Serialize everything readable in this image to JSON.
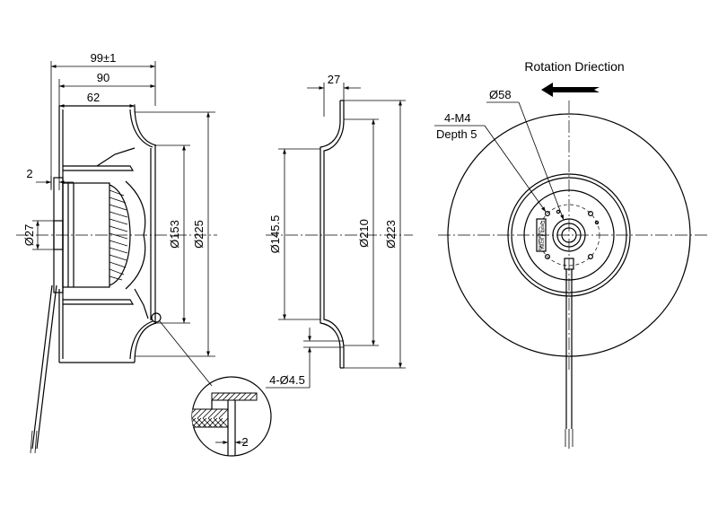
{
  "side_view": {
    "dim_overall": "99±1",
    "dim_90": "90",
    "dim_62": "62",
    "dim_2": "2",
    "dim_d27": "Ø27",
    "dim_d153": "Ø153",
    "dim_d225": "Ø225"
  },
  "detail_view": {
    "dim_2": "2"
  },
  "section_view": {
    "dim_27": "27",
    "dim_d145": "Ø145.5",
    "dim_d210": "Ø210",
    "dim_d223": "Ø223",
    "dim_holes": "4-Ø4.5"
  },
  "front_view": {
    "rotation_label": "Rotation Driection",
    "dim_d58": "Ø58",
    "thread_label": "4-M4",
    "depth_label": "Depth 5",
    "sticker_line1": "Depth 4 screw",
    "sticker_line2": "label area"
  }
}
